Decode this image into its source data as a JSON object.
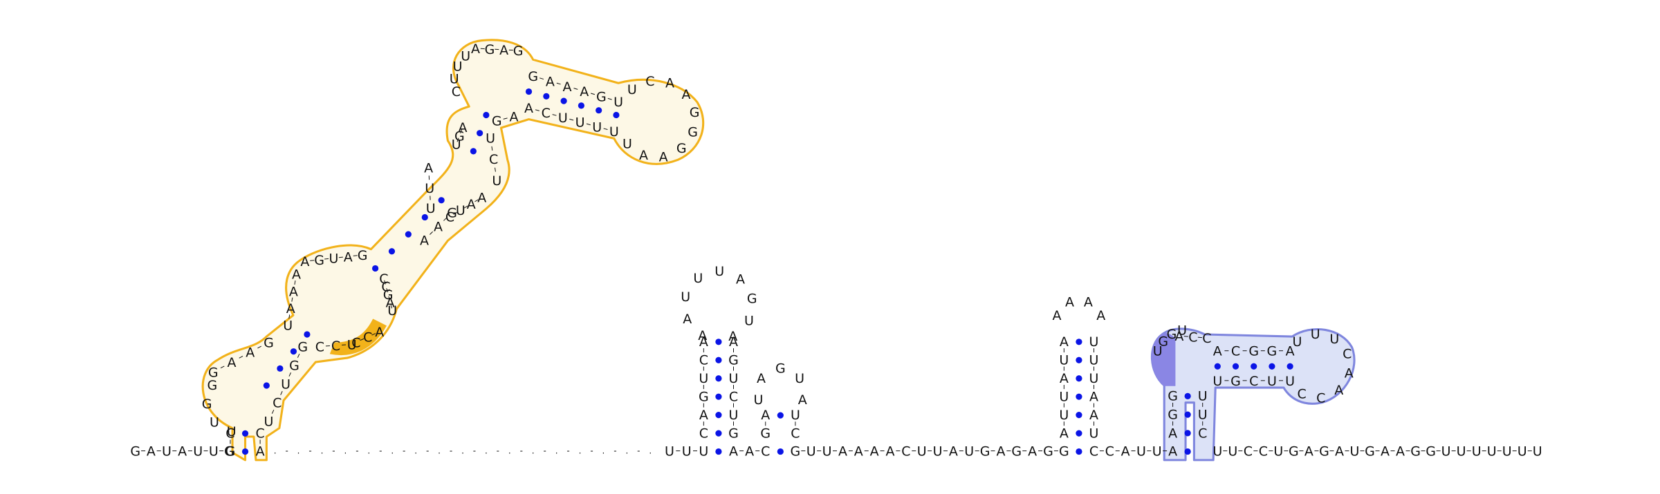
{
  "colors": {
    "base_pair": "#0a14e6",
    "highlight_1_outline": "#f2b21a",
    "highlight_1_fill": "#fdf8e6",
    "highlight_1_accent": "#f2b21a",
    "highlight_2_outline": "#7f86de",
    "highlight_2_fill": "#dce2f7",
    "highlight_2_accent": "#8a86e4"
  },
  "sequence": {
    "backbone_start": "GAUAUUG",
    "backbone_mid": "UUU",
    "backbone_after_hp2": "AAC",
    "backbone_after_hp3": "GUUAAAACUUAUGAGAGG",
    "backbone_after_hp4": "CCAUUA",
    "backbone_end": "UUCCUGAGAUGAAGGUUUUUUU",
    "hp2_left": "CAGUCA",
    "hp2_right": "GUCUGA",
    "hp2_loop": "AAUUUAGUA",
    "hp3_left": "GA",
    "hp3_right": "CU",
    "hp3_loop": "UAGUA",
    "hp4_left": "AUUAUA",
    "hp4_right": "UAAUUU",
    "hp4_loop": "AAAA"
  },
  "domain1": {
    "bottom_stem_left": "GC",
    "bottom_loop": "UUGG",
    "stem2_left": "GAAG",
    "interior_left": "UAAA",
    "stem3_left": "AGUAG",
    "stem4_left": "UUA",
    "stem5_left": "UGA",
    "apical_loop_left": "CUUU",
    "hairpin_top": "AGAG",
    "upper_stem_top": "GAAAGU",
    "upper_loop": "UCAAGGGAAU",
    "upper_stem_bottom": "ACUUUU",
    "right_small": "GA",
    "stem5_right": "UCU",
    "interior_right2": "CUAA",
    "stem4_right": "AAG",
    "stem3_right": "UAGCC",
    "interior_right": "CCU",
    "highlight_nts": "CCA",
    "stem2_right": "UCUGG",
    "bottom_stem_right": "AC"
  },
  "domain2": {
    "stem_left": "AGG",
    "stem_right": "CUU",
    "stem2_top": "ACGGA",
    "stem2_bottom": "UGCUU",
    "highlight_nts": "UGGU",
    "join_top": "ACC",
    "loop": "UUUCAACC"
  }
}
